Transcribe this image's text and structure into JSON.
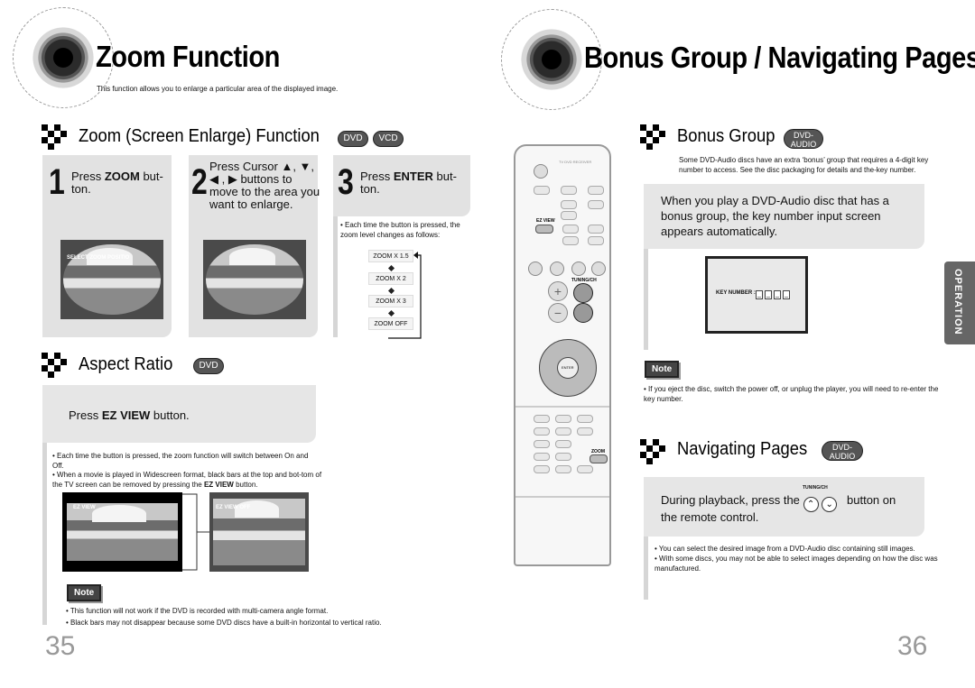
{
  "left_page": {
    "title": "Zoom Function",
    "subtitle": "This function allows you to enlarge a particular area of the displayed image.",
    "zoom_section": {
      "title": "Zoom (Screen Enlarge) Function",
      "badges": [
        "DVD",
        "VCD"
      ],
      "steps": [
        {
          "num": "1",
          "text_a": "Press ",
          "text_b": "ZOOM",
          "text_c": " but-",
          "text_d": "ton."
        },
        {
          "num": "2",
          "line1": "Press Cursor ▲, ▼,",
          "line2": "◀ , ▶ buttons to",
          "line3": "move to the area you",
          "line4": "want to enlarge."
        },
        {
          "num": "3",
          "text_a": "Press ",
          "text_b": "ENTER",
          "text_c": " but-",
          "text_d": "ton."
        }
      ],
      "step3_note": "• Each time the button is pressed, the zoom level changes as follows:",
      "zoom_levels": [
        "ZOOM X 1.5",
        "ZOOM X 2",
        "ZOOM X 3",
        "ZOOM OFF"
      ],
      "photo1_label": "SELECT ZOOM POSITIO"
    },
    "aspect_section": {
      "title": "Aspect Ratio",
      "badge": "DVD",
      "instruction_a": "Press ",
      "instruction_b": "EZ VIEW",
      "instruction_c": " button.",
      "bullet1": "Each time the button is pressed, the zoom function will switch between On and Off.",
      "bullet2_a": "When a movie is played in Widescreen format, black bars at the top and bot-tom of the TV screen can be removed by pressing the ",
      "bullet2_b": "EZ VIEW",
      "bullet2_c": " button.",
      "photo_left_label": "EZ VIEW",
      "photo_right_label": "EZ VIEW OFF"
    },
    "note_label": "Note",
    "notes": [
      "This function will not work if the DVD is recorded with multi-camera angle format.",
      "Black bars may not disappear because some DVD discs have a built-in horizontal to vertical ratio."
    ],
    "page_number": "35"
  },
  "right_page": {
    "title": "Bonus Group / Navigating Pages",
    "bonus_section": {
      "title": "Bonus Group",
      "badge_line1": "DVD-",
      "badge_line2": "AUDIO",
      "intro": "Some DVD-Audio discs have an extra ‘bonus’ group that requires a 4-digit key number to access. See the disc packaging for details and the-key number.",
      "card_text": "When you play a DVD-Audio disc that has a bonus group, the key number input screen appears automatically.",
      "key_label": "KEY NUMBER :",
      "key_boxes": [
        "_",
        "_",
        "_",
        "_"
      ]
    },
    "note_label": "Note",
    "note_text": "If you eject the disc, switch the power off, or unplug the player, you will need to re-enter the key number.",
    "navigating_section": {
      "title": "Navigating Pages",
      "badge_line1": "DVD-",
      "badge_line2": "AUDIO",
      "tuning_label": "TUNING/CH",
      "card_text_a": "During playback, press the",
      "card_text_b": "button on the remote control.",
      "bullets": [
        "You can select the desired image from a DVD-Audio disc containing still images.",
        "With some discs, you may not be able to select images depending on how the disc was manufactured."
      ]
    },
    "side_tab": "OPERATION",
    "page_number": "36"
  },
  "remote": {
    "ez_view": "EZ VIEW",
    "tuning": "TUNING/CH",
    "enter": "ENTER",
    "zoom": "ZOOM"
  }
}
